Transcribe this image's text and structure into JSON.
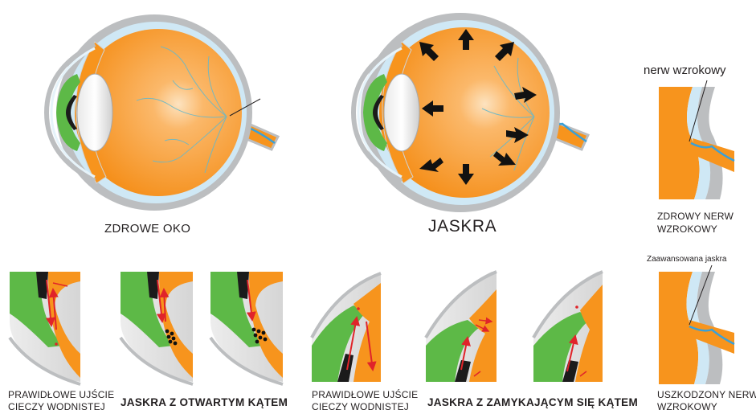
{
  "top": {
    "healthy_eye_caption": "ZDROWE OKO",
    "glaucoma_eye_caption": "JASKRA",
    "optic_nerve_label": "nerw wzrokowy",
    "healthy_nerve_caption_line1": "ZDROWY NERW",
    "healthy_nerve_caption_line2": "WZROKOWY"
  },
  "bottom": {
    "open_normal_line1": "PRAWIDŁOWE UJŚCIE",
    "open_normal_line2": "CIECZY WODNISTEJ",
    "open_angle_caption": "JASKRA Z OTWARTYM KĄTEM",
    "closed_normal_line1": "PRAWIDŁOWE UJŚCIE",
    "closed_normal_line2": "CIECZY WODNISTEJ",
    "closed_angle_caption": "JASKRA Z ZAMYKAJĄCYM SIĘ KĄTEM",
    "advanced_label": "Zaawansowana jaskra",
    "damaged_nerve_line1": "USZKODZONY NERW",
    "damaged_nerve_line2": "WZROKOWY"
  },
  "colors": {
    "eyeball_orange": "#f7941d",
    "sclera_gray": "#bcbec0",
    "cornea_blue": "#cfe8f5",
    "iris_green": "#5db947",
    "pupil_black": "#1b1b1b",
    "flow_red": "#e0242a",
    "vessel_blue": "#3aa0d8",
    "pressure_arrow": "#111111"
  }
}
